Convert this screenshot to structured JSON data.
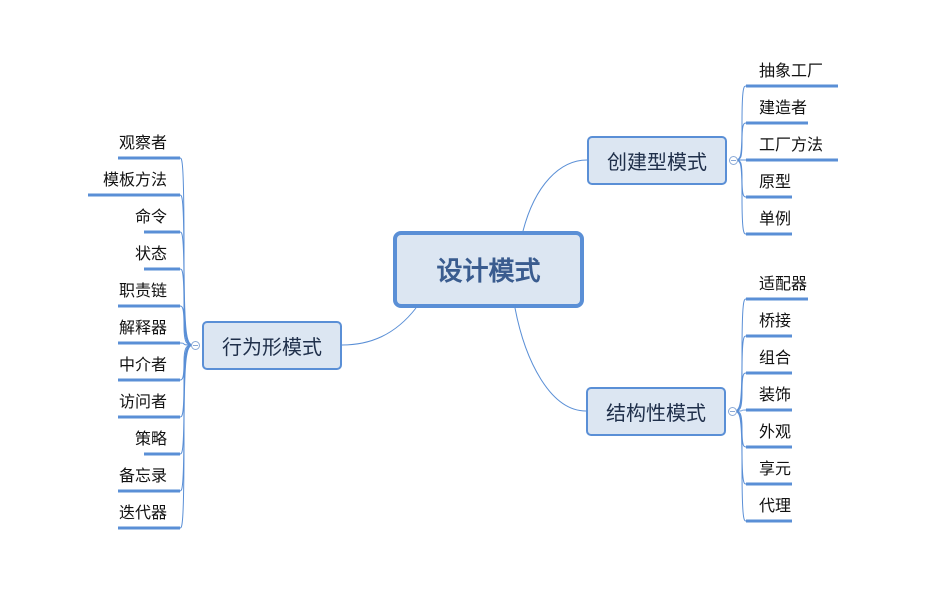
{
  "root": {
    "label": "设计模式"
  },
  "branches": {
    "creational": {
      "label": "创建型模式",
      "children": [
        "抽象工厂",
        "建造者",
        "工厂方法",
        "原型",
        "单例"
      ]
    },
    "structural": {
      "label": "结构性模式",
      "children": [
        "适配器",
        "桥接",
        "组合",
        "装饰",
        "外观",
        "享元",
        "代理"
      ]
    },
    "behavioral": {
      "label": "行为形模式",
      "children": [
        "观察者",
        "模板方法",
        "命令",
        "状态",
        "职责链",
        "解释器",
        "中介者",
        "访问者",
        "策略",
        "备忘录",
        "迭代器"
      ]
    }
  },
  "colors": {
    "line": "#5a8fd6",
    "fill": "#dce6f2",
    "root_text": "#3a5c8f"
  }
}
